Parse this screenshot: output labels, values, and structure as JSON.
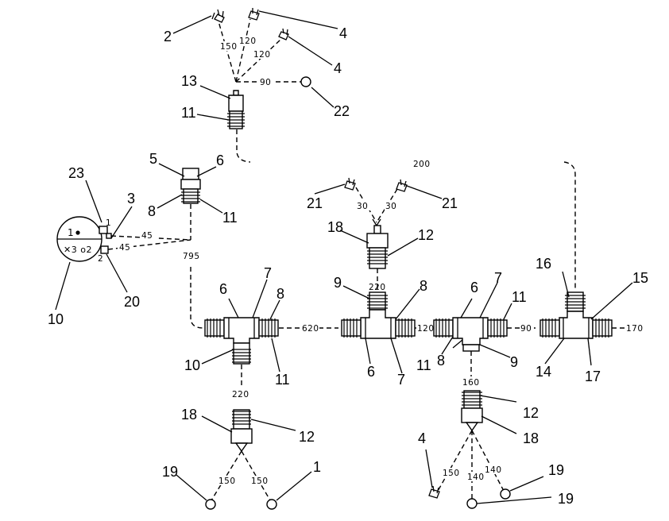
{
  "callouts": {
    "c_2": "2",
    "c_4a": "4",
    "c_4b": "4",
    "c_13": "13",
    "c_11a": "11",
    "c_22": "22",
    "c_5": "5",
    "c_6a": "6",
    "c_8a": "8",
    "c_11b": "11",
    "c_23": "23",
    "c_3": "3",
    "c_2b": "2",
    "c_10a": "10",
    "c_20": "20",
    "c_6b": "6",
    "c_7a": "7",
    "c_8b": "8",
    "c_10b": "10",
    "c_11c": "11",
    "c_18a": "18",
    "c_12a": "12",
    "c_19a": "19",
    "c_1": "1",
    "c_21a": "21",
    "c_21b": "21",
    "c_18b": "18",
    "c_12b": "12",
    "c_9a": "9",
    "c_8c": "8",
    "c_6c": "6",
    "c_7b": "7",
    "c_6d": "6",
    "c_7c": "7",
    "c_11d": "11",
    "c_11e": "11",
    "c_8d": "8",
    "c_9b": "9",
    "c_12c": "12",
    "c_18c": "18",
    "c_4c": "4",
    "c_19b": "19",
    "c_19c": "19",
    "c_16": "16",
    "c_15": "15",
    "c_14": "14",
    "c_17": "17"
  },
  "dimensions": {
    "d_150a": "150",
    "d_120a": "120",
    "d_120b": "120",
    "d_90a": "90",
    "d_45a": "45",
    "d_45b": "45",
    "d_795": "795",
    "d_620": "620",
    "d_220a": "220",
    "d_150b": "150",
    "d_150c": "150",
    "d_200": "200",
    "d_30a": "30",
    "d_30b": "30",
    "d_220b": "220",
    "d_120c": "120",
    "d_90b": "90",
    "d_170": "170",
    "d_160": "160",
    "d_150d": "150",
    "d_140a": "140",
    "d_140b": "140"
  },
  "gauge": {
    "top_mark": "1",
    "bottom_text": "✕3 o2"
  }
}
